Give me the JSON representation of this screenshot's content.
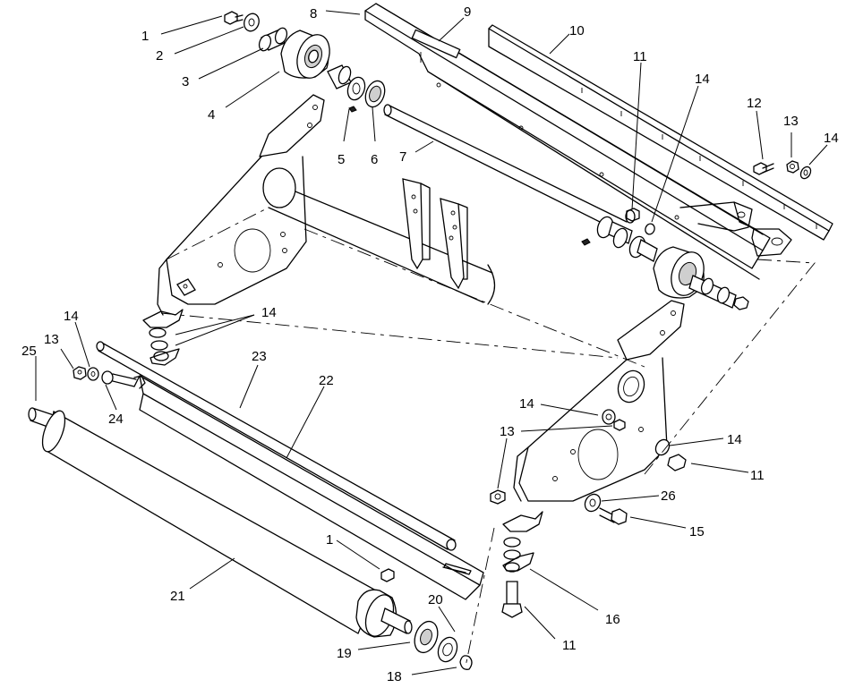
{
  "diagram": {
    "callouts": [
      {
        "id": "c1a",
        "text": "1"
      },
      {
        "id": "c2",
        "text": "2"
      },
      {
        "id": "c3",
        "text": "3"
      },
      {
        "id": "c4",
        "text": "4"
      },
      {
        "id": "c5",
        "text": "5"
      },
      {
        "id": "c6",
        "text": "6"
      },
      {
        "id": "c7",
        "text": "7"
      },
      {
        "id": "c8",
        "text": "8"
      },
      {
        "id": "c9",
        "text": "9"
      },
      {
        "id": "c10",
        "text": "10"
      },
      {
        "id": "c11a",
        "text": "11"
      },
      {
        "id": "c14a",
        "text": "14"
      },
      {
        "id": "c12",
        "text": "12"
      },
      {
        "id": "c13a",
        "text": "13"
      },
      {
        "id": "c14b",
        "text": "14"
      },
      {
        "id": "c14c",
        "text": "14"
      },
      {
        "id": "c14d",
        "text": "14"
      },
      {
        "id": "c25",
        "text": "25"
      },
      {
        "id": "c13b",
        "text": "13"
      },
      {
        "id": "c24",
        "text": "24"
      },
      {
        "id": "c23",
        "text": "23"
      },
      {
        "id": "c22",
        "text": "22"
      },
      {
        "id": "c14e",
        "text": "14"
      },
      {
        "id": "c13c",
        "text": "13"
      },
      {
        "id": "c14f",
        "text": "14"
      },
      {
        "id": "c11b",
        "text": "11"
      },
      {
        "id": "c26",
        "text": "26"
      },
      {
        "id": "c15",
        "text": "15"
      },
      {
        "id": "c1b",
        "text": "1"
      },
      {
        "id": "c21",
        "text": "21"
      },
      {
        "id": "c20",
        "text": "20"
      },
      {
        "id": "c16",
        "text": "16"
      },
      {
        "id": "c19",
        "text": "19"
      },
      {
        "id": "c11c",
        "text": "11"
      },
      {
        "id": "c18",
        "text": "18"
      }
    ]
  }
}
